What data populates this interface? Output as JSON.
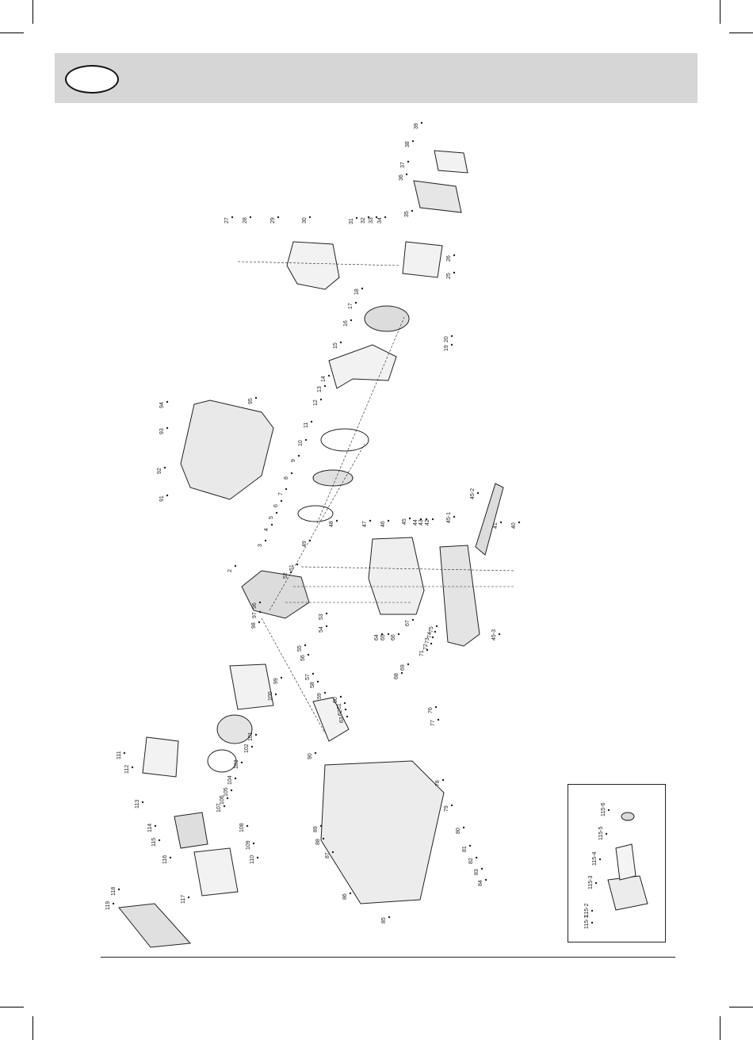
{
  "header": {
    "language_badge": ""
  },
  "diagram": {
    "part_numbers": [
      "2",
      "3",
      "4",
      "5",
      "6",
      "7",
      "8",
      "9",
      "10",
      "11",
      "12",
      "13",
      "14",
      "15",
      "16",
      "17",
      "18",
      "19",
      "20",
      "25",
      "26",
      "27",
      "28",
      "29",
      "30",
      "31",
      "32",
      "33",
      "34",
      "35",
      "36",
      "37",
      "38",
      "39",
      "40",
      "41",
      "42",
      "43",
      "44",
      "45",
      "46",
      "47",
      "48",
      "49",
      "51",
      "52",
      "53",
      "54",
      "55",
      "56",
      "57",
      "58",
      "59",
      "60",
      "61",
      "62",
      "63",
      "64",
      "65",
      "66",
      "67",
      "68",
      "69",
      "71",
      "72",
      "73",
      "74",
      "75",
      "76",
      "77",
      "78",
      "79",
      "80",
      "81",
      "82",
      "83",
      "84",
      "85",
      "86",
      "87",
      "88",
      "89",
      "90",
      "91",
      "92",
      "93",
      "94",
      "95",
      "96",
      "97",
      "98",
      "99",
      "100",
      "101",
      "102",
      "103",
      "104",
      "105",
      "106",
      "107",
      "108",
      "109",
      "110",
      "111",
      "112",
      "113",
      "114",
      "115",
      "116",
      "117",
      "118",
      "119"
    ],
    "assembly_labels": [
      "45-1",
      "45-2",
      "45-3"
    ],
    "inset_labels": [
      "115-1",
      "115-2",
      "115-3",
      "115-4",
      "115-5",
      "115-6"
    ]
  }
}
